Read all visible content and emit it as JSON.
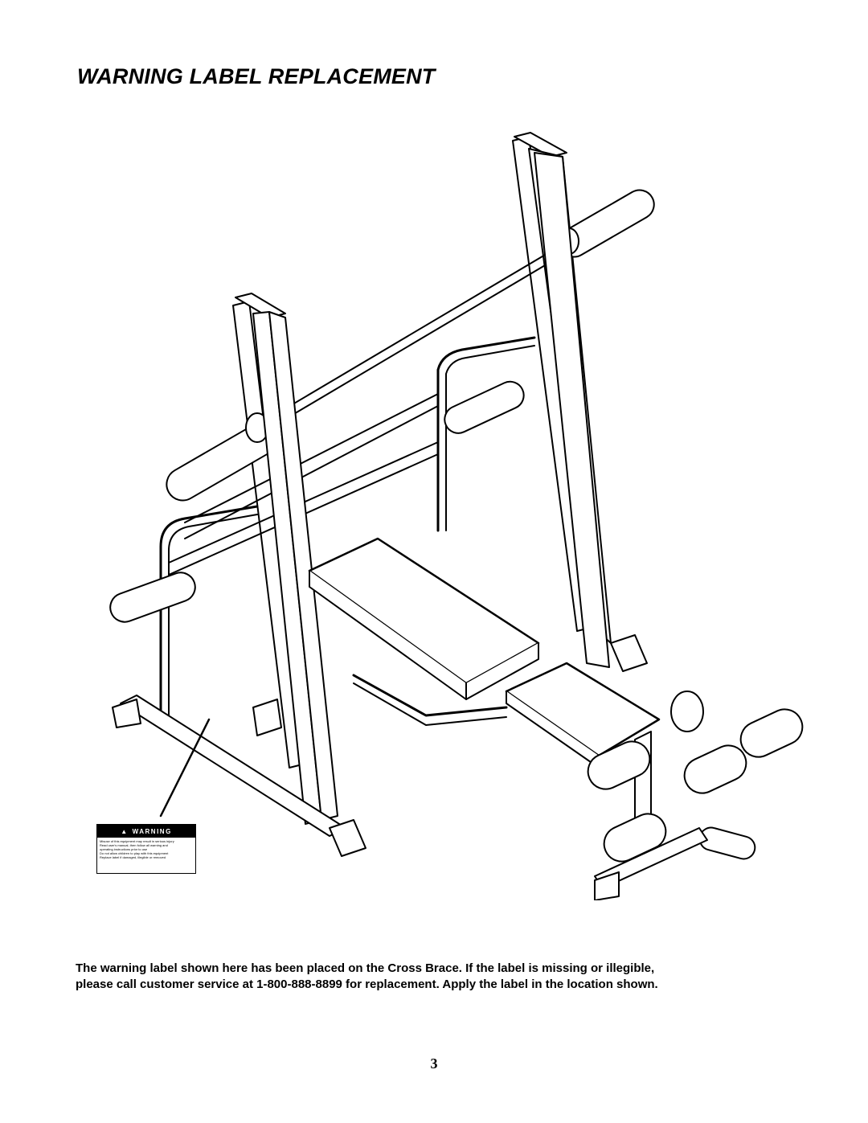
{
  "page": {
    "title": "WARNING LABEL REPLACEMENT",
    "page_number": "3"
  },
  "warning_label": {
    "heading": "WARNING",
    "icon": "warning-triangle-icon",
    "text_lines": [
      "Misuse of this equipment may result in serious injury",
      "Read user's manual, then follow all warning and",
      "operating instructions prior to use",
      "Do not allow children to play with this equipment",
      "Replace label if damaged, illegible or removed"
    ]
  },
  "caption": {
    "line1": "The warning label shown here has been placed on the Cross Brace.  If the label is missing or illegible,",
    "line2": "please call customer service at 1-800-888-8899 for replacement.  Apply the label in the location shown."
  },
  "illustration": {
    "subject": "weight-bench-with-squat-rack-icon"
  }
}
